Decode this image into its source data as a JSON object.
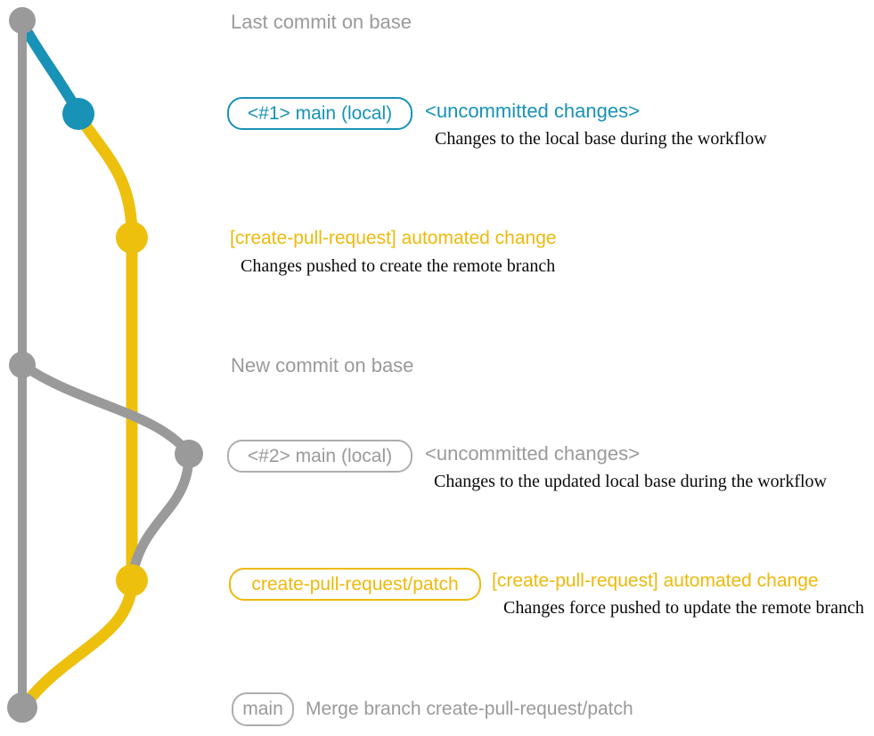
{
  "colors": {
    "teal": "#1892b6",
    "yellow": "#eec00e",
    "yellow_text": "#eeb90b",
    "gray": "#9a9a9a",
    "gray_border": "#aeaeae",
    "ink": "#0a0a0a"
  },
  "graph": {
    "type": "git-graph",
    "branches": [
      {
        "name": "base",
        "color_key": "gray"
      },
      {
        "name": "main (local)",
        "color_key": "teal-then-gray"
      },
      {
        "name": "create-pull-request/patch",
        "color_key": "yellow"
      }
    ],
    "commits": [
      {
        "id": "base-last-commit",
        "branch": "base",
        "color_key": "gray"
      },
      {
        "id": "local-main-1",
        "branch": "main (local)",
        "color_key": "teal"
      },
      {
        "id": "patch-automated-change-1",
        "branch": "create-pull-request/patch",
        "color_key": "yellow"
      },
      {
        "id": "base-new-commit",
        "branch": "base",
        "color_key": "gray"
      },
      {
        "id": "local-main-2",
        "branch": "main (local)",
        "color_key": "gray"
      },
      {
        "id": "patch-automated-change-2",
        "branch": "create-pull-request/patch",
        "color_key": "yellow"
      },
      {
        "id": "merge-commit",
        "branch": "base",
        "color_key": "gray"
      }
    ]
  },
  "rows": {
    "last_commit": {
      "label": "Last commit on base"
    },
    "row1": {
      "badge": "<#1> main (local)",
      "headline": "<uncommitted changes>",
      "note": "Changes to the local base during the workflow"
    },
    "row2": {
      "headline": "[create-pull-request] automated change",
      "note": "Changes pushed to create the remote branch"
    },
    "new_commit": {
      "label": "New commit on base"
    },
    "row3": {
      "badge": "<#2> main (local)",
      "headline": "<uncommitted changes>",
      "note": "Changes to the updated local base during the workflow"
    },
    "row4": {
      "badge": "create-pull-request/patch",
      "headline": "[create-pull-request] automated change",
      "note": "Changes force pushed to update the remote branch"
    },
    "row5": {
      "badge": "main",
      "label": "Merge branch create-pull-request/patch"
    }
  }
}
